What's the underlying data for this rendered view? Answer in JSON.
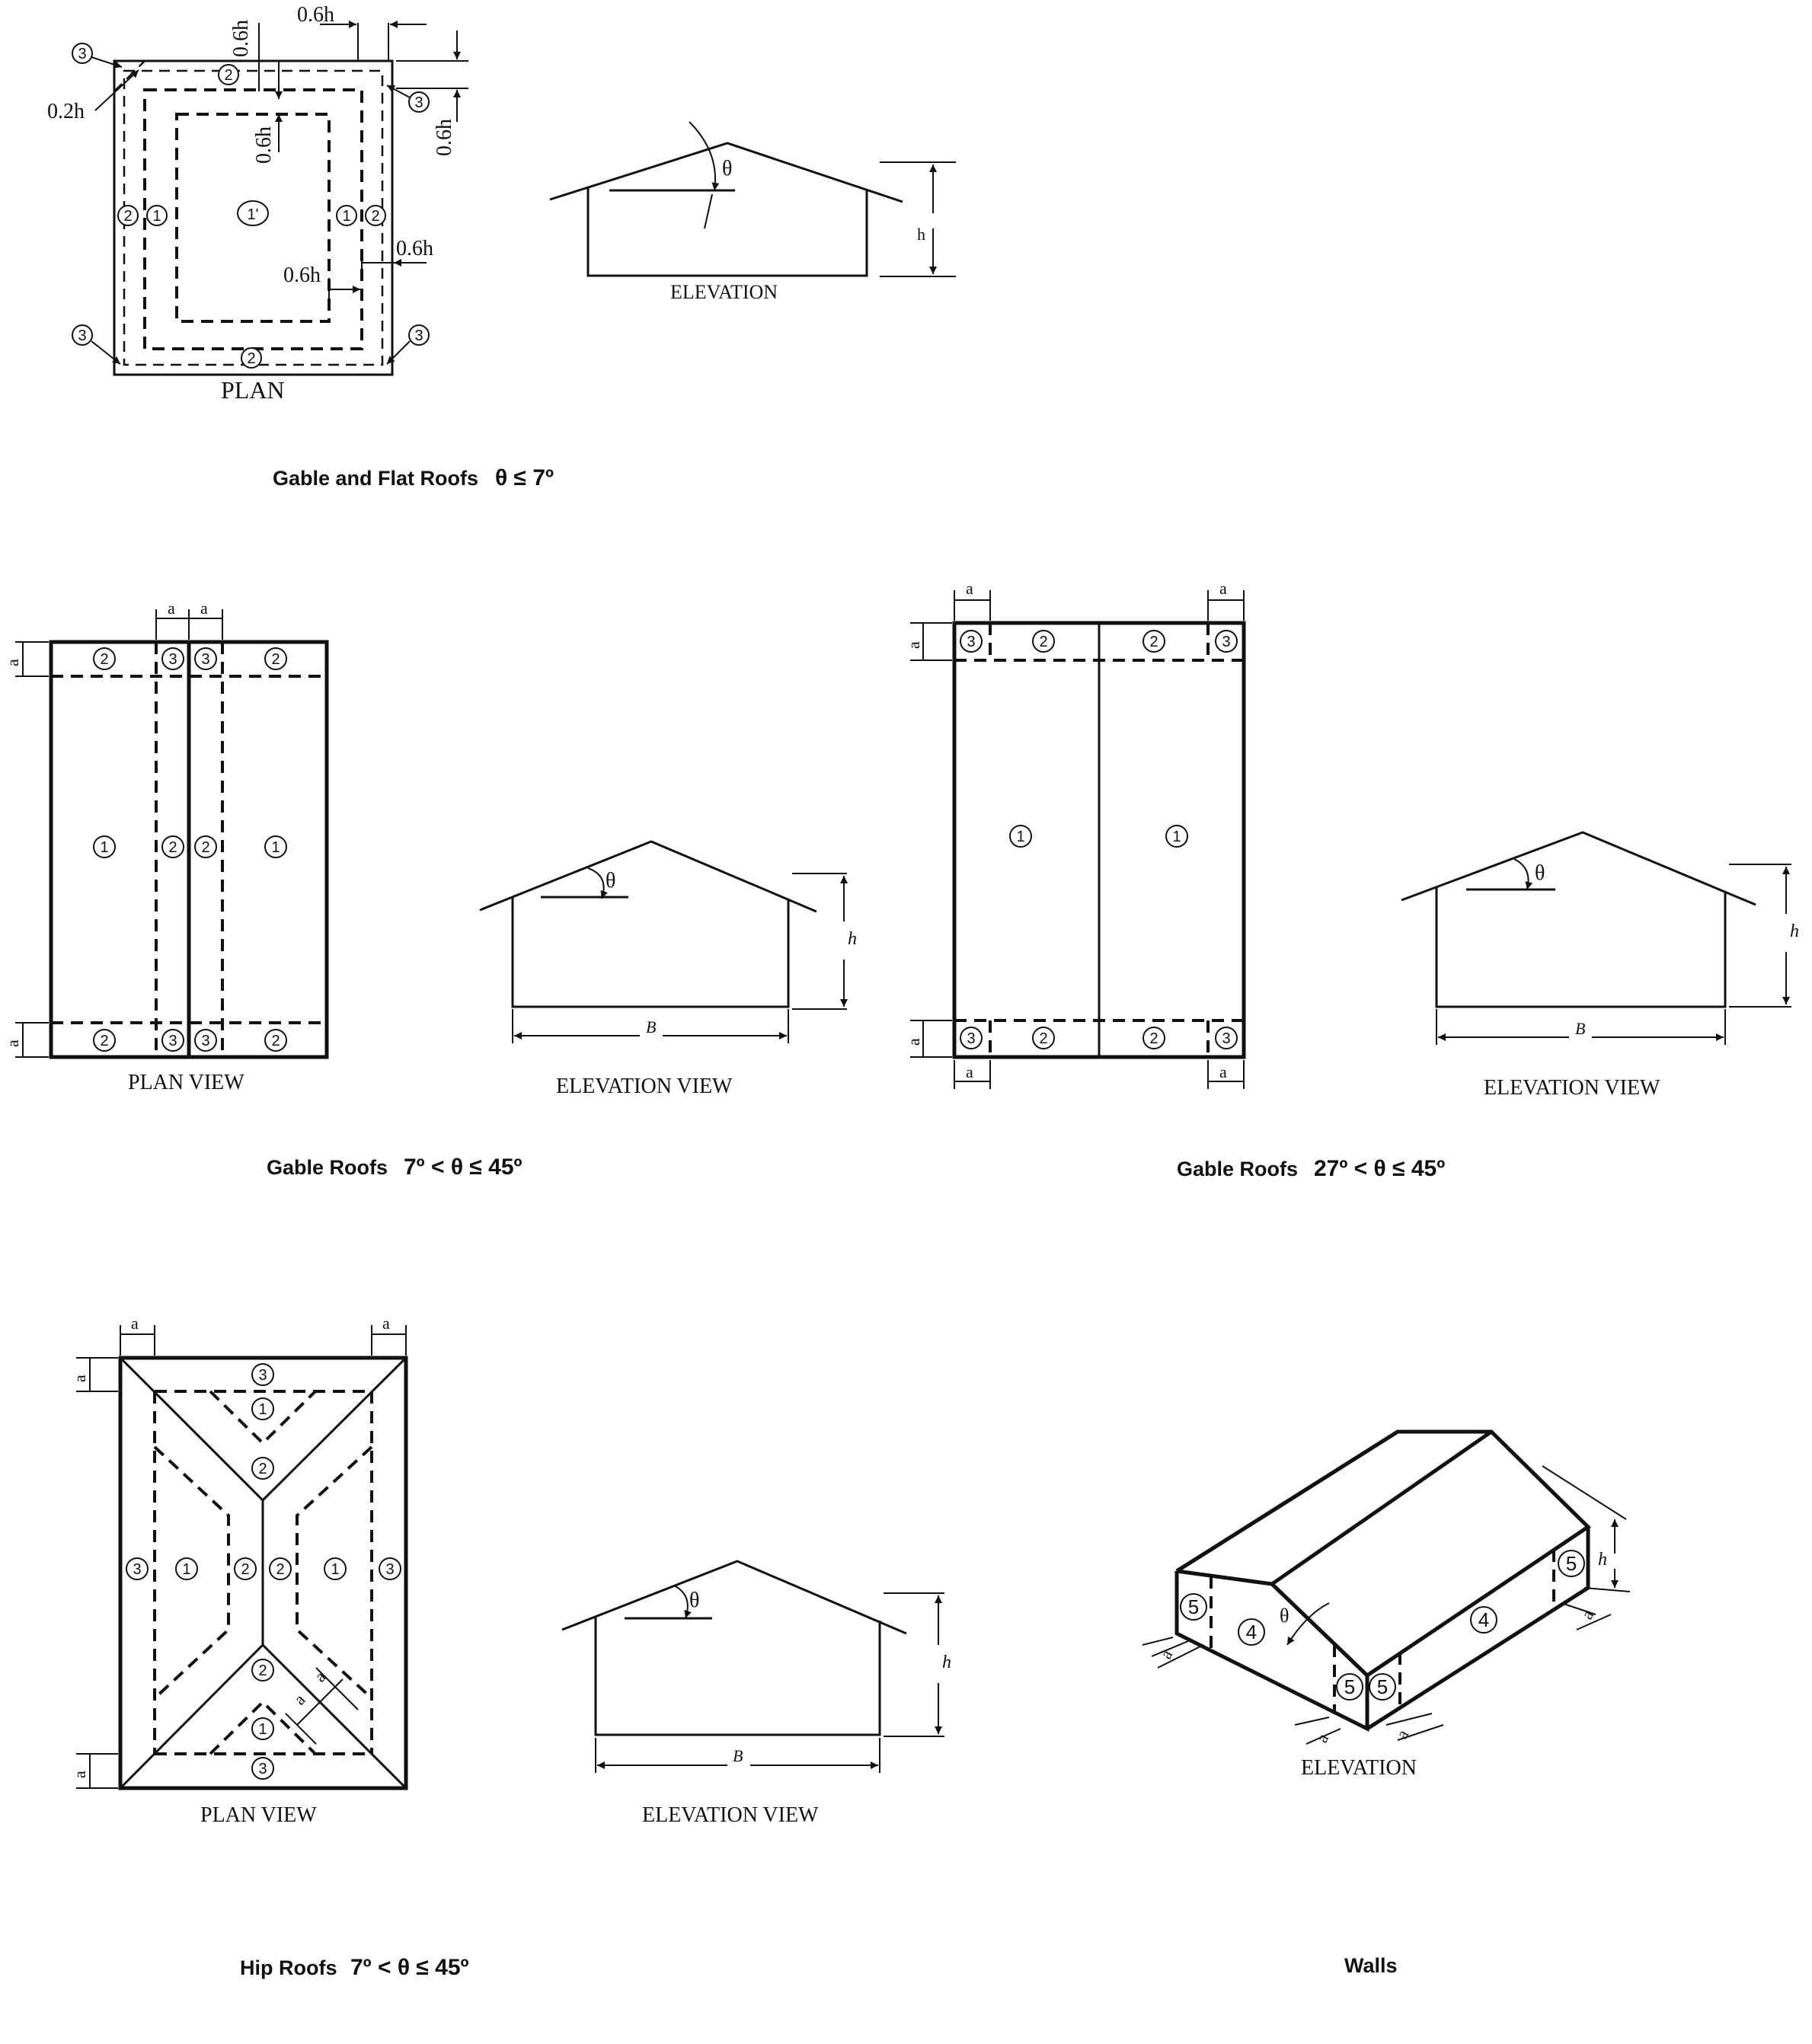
{
  "captions": {
    "flat": "Gable and Flat Roofs",
    "flat_cond": "θ ≤ 7º",
    "gable1": "Gable Roofs",
    "gable1_cond": "7º < θ ≤ 45º",
    "gable2": "Gable Roofs",
    "gable2_cond": "27º < θ ≤ 45º",
    "hip": "Hip Roofs",
    "hip_cond": "7º < θ ≤ 45º",
    "walls": "Walls"
  },
  "views": {
    "plan": "PLAN",
    "plan_view": "PLAN VIEW",
    "elevation": "ELEVATION",
    "elevation_view": "ELEVATION VIEW"
  },
  "dims": {
    "d06h": "0.6h",
    "d02h": "0.2h",
    "h": "h",
    "a": "a",
    "B": "B",
    "theta": "θ"
  },
  "zones": {
    "z1": "1",
    "z1p": "1'",
    "z2": "2",
    "z3": "3",
    "z4": "4",
    "z5": "5"
  }
}
